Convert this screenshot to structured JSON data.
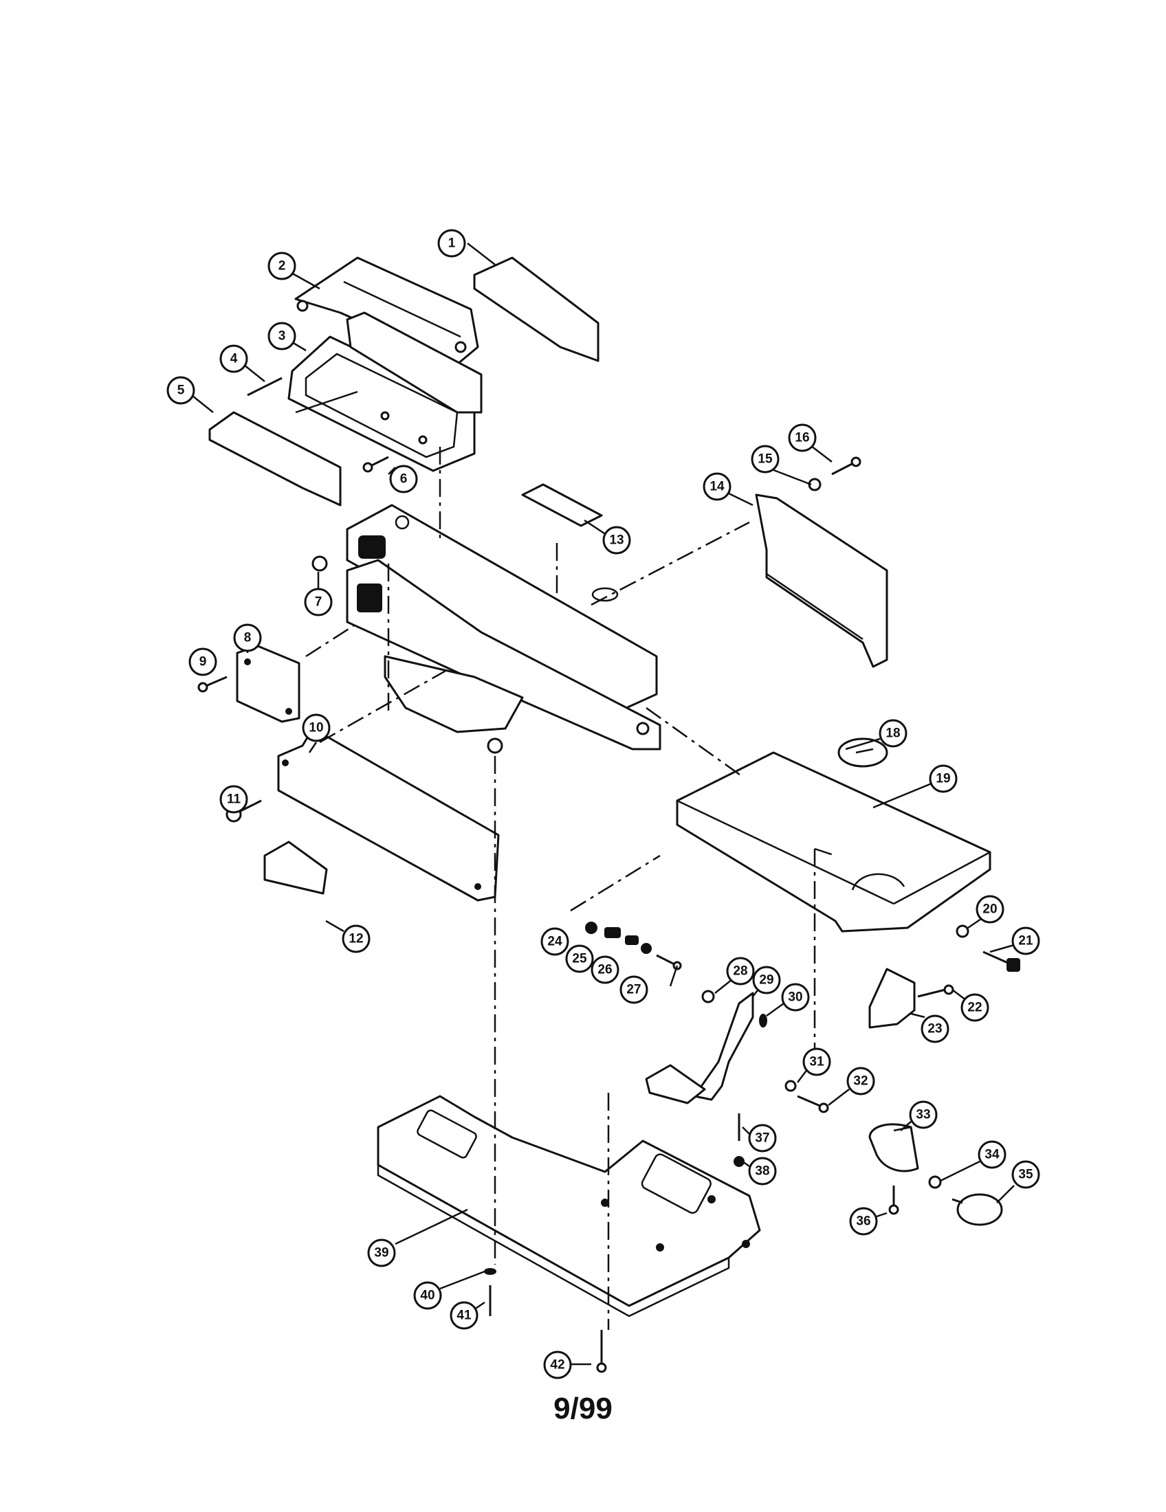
{
  "page": {
    "number": "9/99"
  },
  "callouts": [
    "1",
    "2",
    "3",
    "4",
    "5",
    "6",
    "7",
    "8",
    "9",
    "10",
    "11",
    "12",
    "13",
    "14",
    "15",
    "16",
    "18",
    "19",
    "20",
    "21",
    "22",
    "23",
    "24",
    "25",
    "26",
    "27",
    "28",
    "29",
    "30",
    "31",
    "32",
    "33",
    "34",
    "35",
    "36",
    "37",
    "38",
    "39",
    "40",
    "41",
    "42"
  ],
  "colors": {
    "ink": "#111111",
    "paper": "#ffffff"
  }
}
